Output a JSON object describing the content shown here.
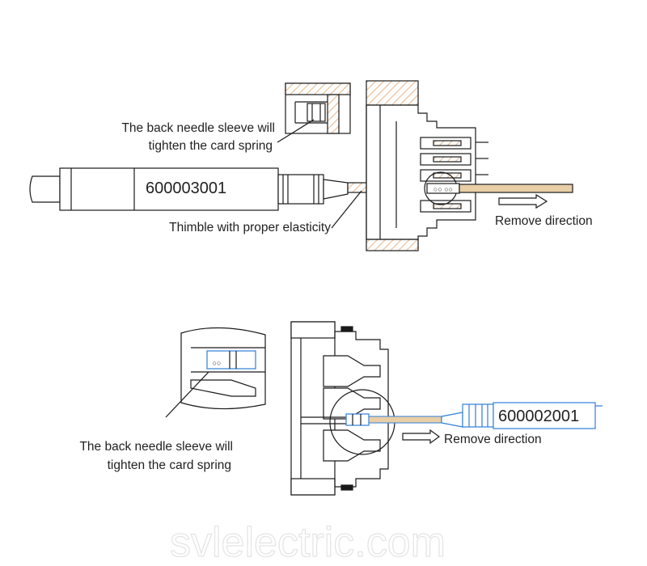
{
  "top": {
    "tool_part_no": "600003001",
    "callout_sleeve_line1": "The back needle sleeve will",
    "callout_sleeve_line2": "tighten the card spring",
    "callout_thimble": "Thimble with proper elasticity",
    "direction_label": "Remove direction"
  },
  "bottom": {
    "tool_part_no": "600002001",
    "callout_sleeve_line1": "The back needle sleeve will",
    "callout_sleeve_line2": "tighten the card spring",
    "direction_label": "Remove direction"
  },
  "watermark": "svlelectric.com",
  "colors": {
    "hatch": "#e0a468",
    "accent_blue": "#2f7fd8",
    "wire": "#e8cfa7",
    "line": "#1a1a1a"
  }
}
